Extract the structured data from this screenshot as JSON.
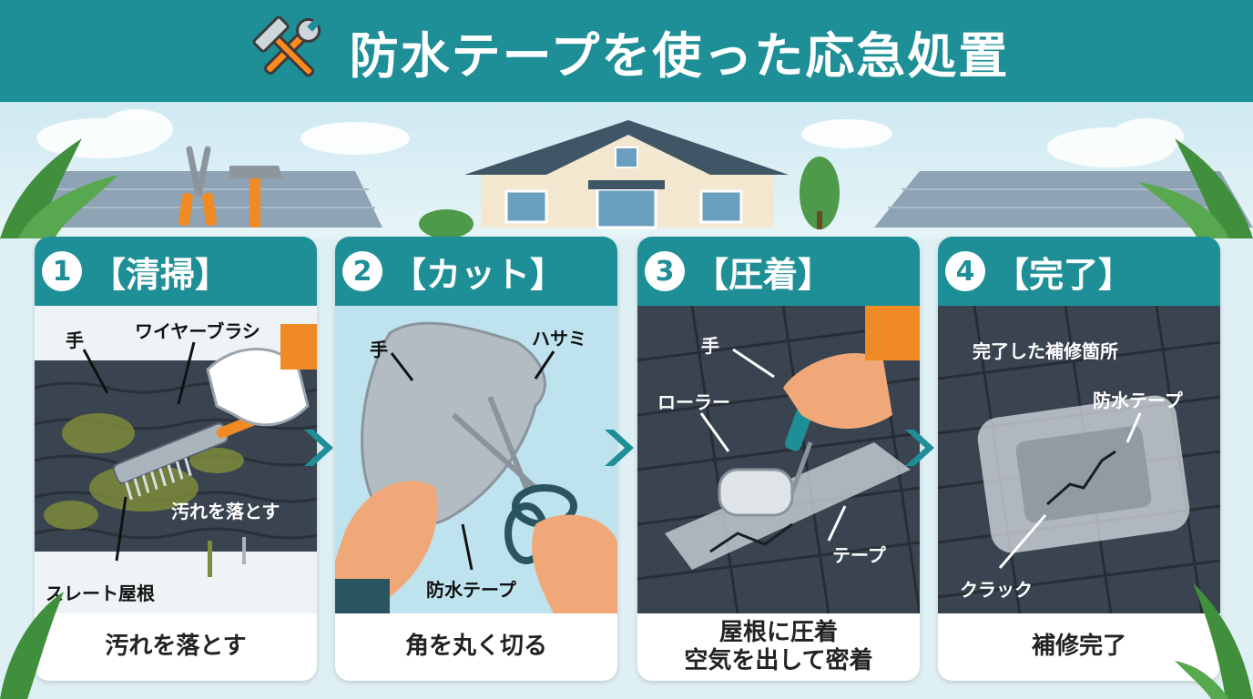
{
  "header": {
    "title": "防水テープを使った応急処置",
    "icon": "wrench-hammer-icon"
  },
  "colors": {
    "teal": "#1e8f96",
    "orange": "#f08a24",
    "roof_dark": "#3a4450",
    "sky": "#dff0f4"
  },
  "steps": [
    {
      "number": "1",
      "title": "【清掃】",
      "labels": {
        "hand": "手",
        "brush": "ワイヤーブラシ",
        "dirt": "汚れを落とす",
        "roof": "スレート屋根"
      },
      "caption_lines": [
        "汚れを落とす"
      ]
    },
    {
      "number": "2",
      "title": "【カット】",
      "labels": {
        "hand": "手",
        "scissors": "ハサミ",
        "tape": "防水テープ"
      },
      "caption_lines": [
        "角を丸く切る"
      ]
    },
    {
      "number": "3",
      "title": "【圧着】",
      "labels": {
        "hand": "手",
        "roller": "ローラー",
        "tape": "テープ"
      },
      "caption_lines": [
        "屋根に圧着",
        "空気を出して密着"
      ]
    },
    {
      "number": "4",
      "title": "【完了】",
      "labels": {
        "done": "完了した補修箇所",
        "tape": "防水テープ",
        "crack": "クラック"
      },
      "caption_lines": [
        "補修完了"
      ]
    }
  ]
}
